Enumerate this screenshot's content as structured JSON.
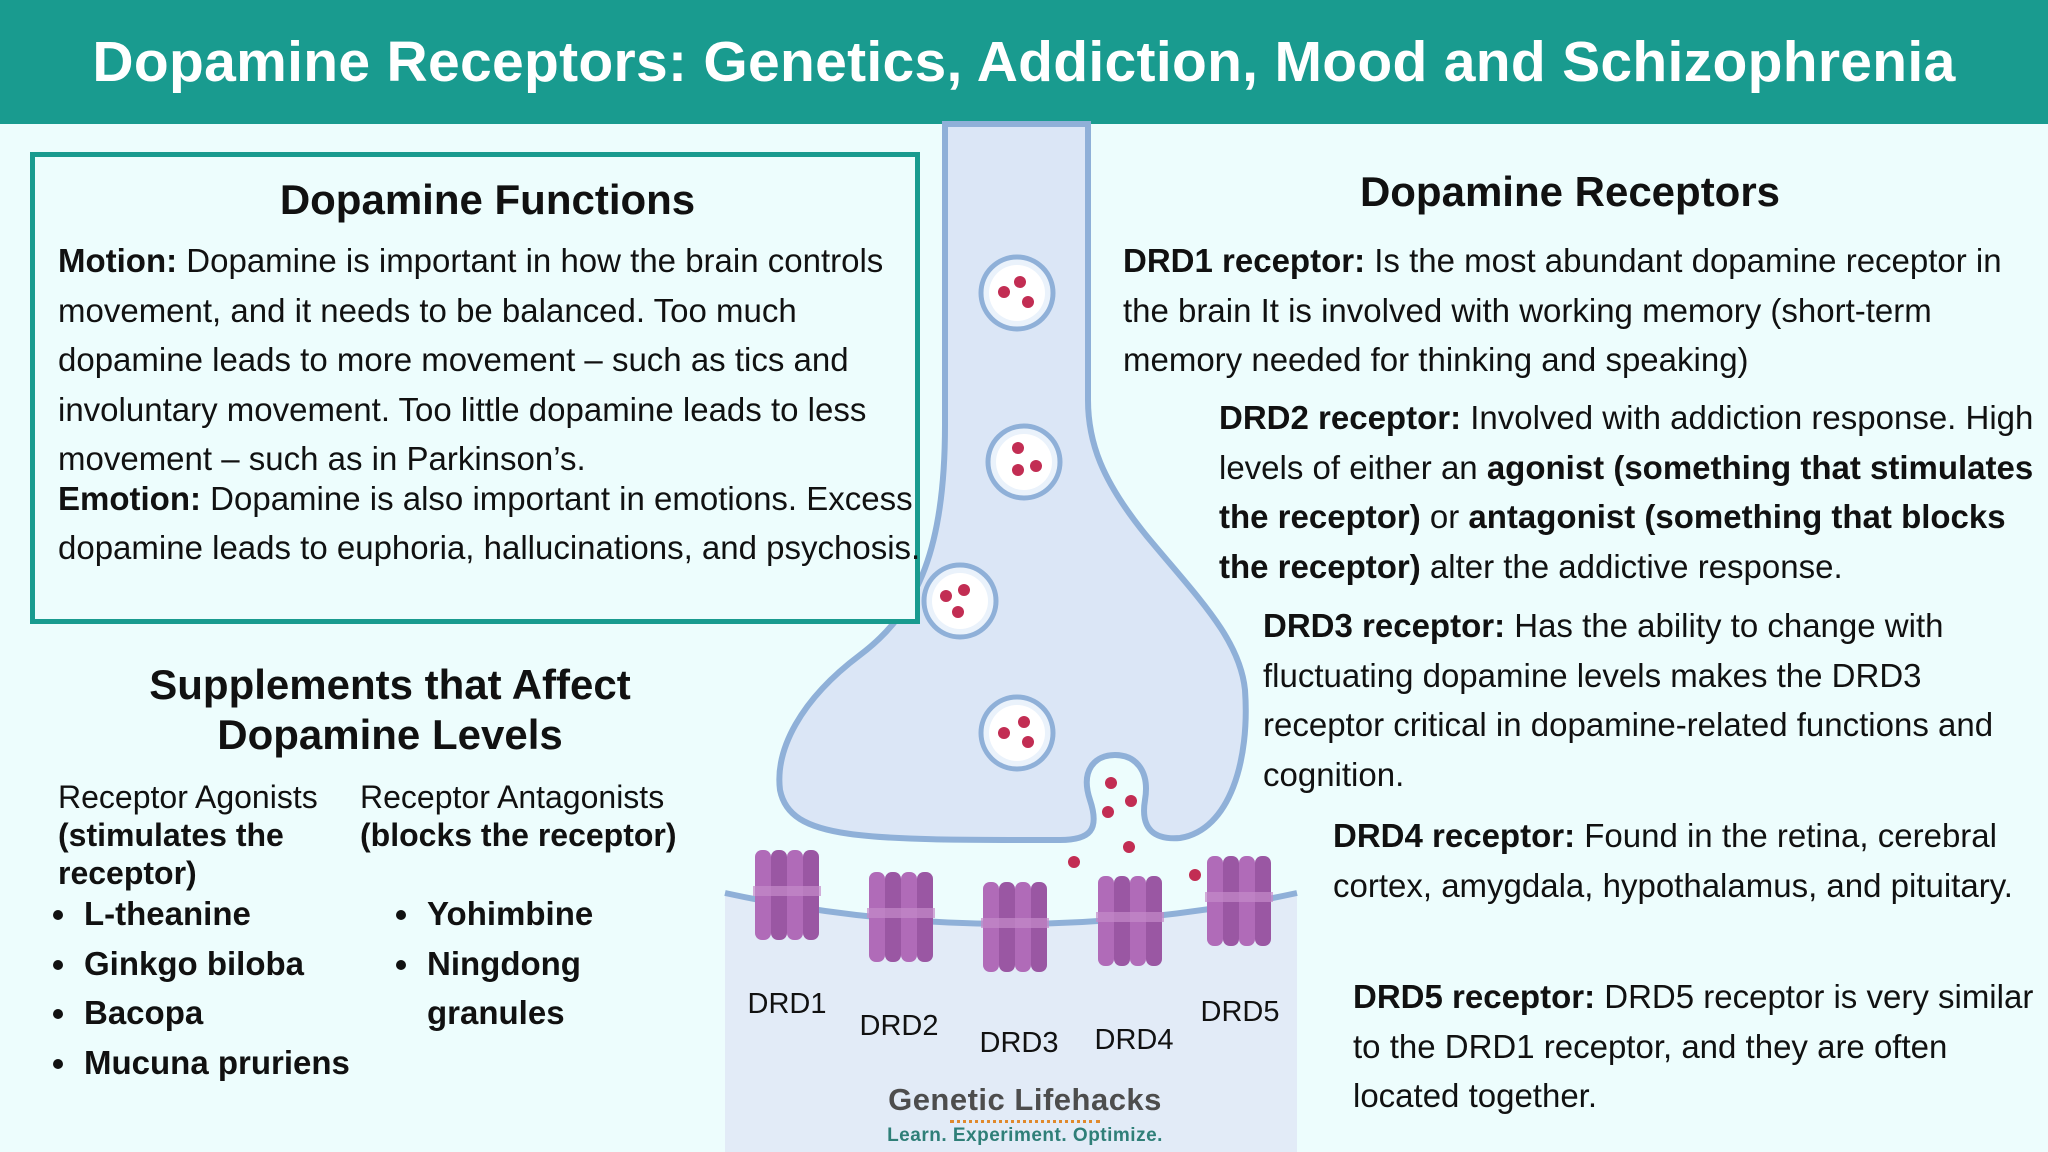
{
  "header": {
    "title": "Dopamine Receptors: Genetics, Addiction, Mood and Schizophrenia"
  },
  "functions": {
    "title": "Dopamine Functions",
    "motion_label": "Motion:",
    "motion_text": " Dopamine is important in how the brain controls movement, and it needs to be balanced. Too much dopamine leads to more movement – such as tics and involuntary movement. Too little dopamine leads to less movement – such as in Parkinson’s.",
    "emotion_label": "Emotion:",
    "emotion_text": " Dopamine is also important in emotions. Excess dopamine leads to euphoria, hallucinations, and psychosis."
  },
  "supplements": {
    "title": "Supplements that Affect Dopamine Levels",
    "agonists": {
      "heading": "Receptor Agonists",
      "subheading": "(stimulates the receptor)",
      "items": [
        "L-theanine",
        "Ginkgo biloba",
        "Bacopa",
        "Mucuna pruriens"
      ]
    },
    "antagonists": {
      "heading": "Receptor Antagonists",
      "subheading": "(blocks the receptor)",
      "items": [
        "Yohimbine",
        "Ningdong granules"
      ]
    }
  },
  "receptors": {
    "title": "Dopamine Receptors",
    "drd1_label": "DRD1 receptor:",
    "drd1_text": " Is the most abundant dopamine receptor in the brain It is involved with working memory (short-term memory needed for thinking and speaking)",
    "drd2_label": "DRD2 receptor:",
    "drd2_text_a": " Involved with addiction response. High levels of either an ",
    "drd2_agonist": "agonist (something that stimulates the receptor)",
    "drd2_text_b": " or ",
    "drd2_antagonist": "antagonist (something that blocks the receptor)",
    "drd2_text_c": " alter the addictive response.",
    "drd3_label": "DRD3 receptor:",
    "drd3_text": " Has the ability to change with fluctuating dopamine levels makes the DRD3 receptor critical in dopamine-related functions and cognition.",
    "drd4_label": "DRD4 receptor:",
    "drd4_text": " Found in the retina, cerebral cortex, amygdala, hypothalamus, and pituitary.",
    "drd5_label": "DRD5 receptor:",
    "drd5_text": " DRD5 receptor is very similar to the DRD1 receptor, and they are often located together."
  },
  "diagram": {
    "receptor_labels": [
      "DRD1",
      "DRD2",
      "DRD3",
      "DRD4",
      "DRD5"
    ]
  },
  "logo": {
    "name": "Genetic Lifehacks",
    "tagline": "Learn. Experiment. Optimize."
  },
  "colors": {
    "header": "#199b8f",
    "background": "#edfdfd",
    "neuron_fill": "#dbe6f6",
    "neuron_stroke": "#8fb0d8",
    "receptor": "#b06bb8",
    "dopamine": "#c22d53"
  }
}
